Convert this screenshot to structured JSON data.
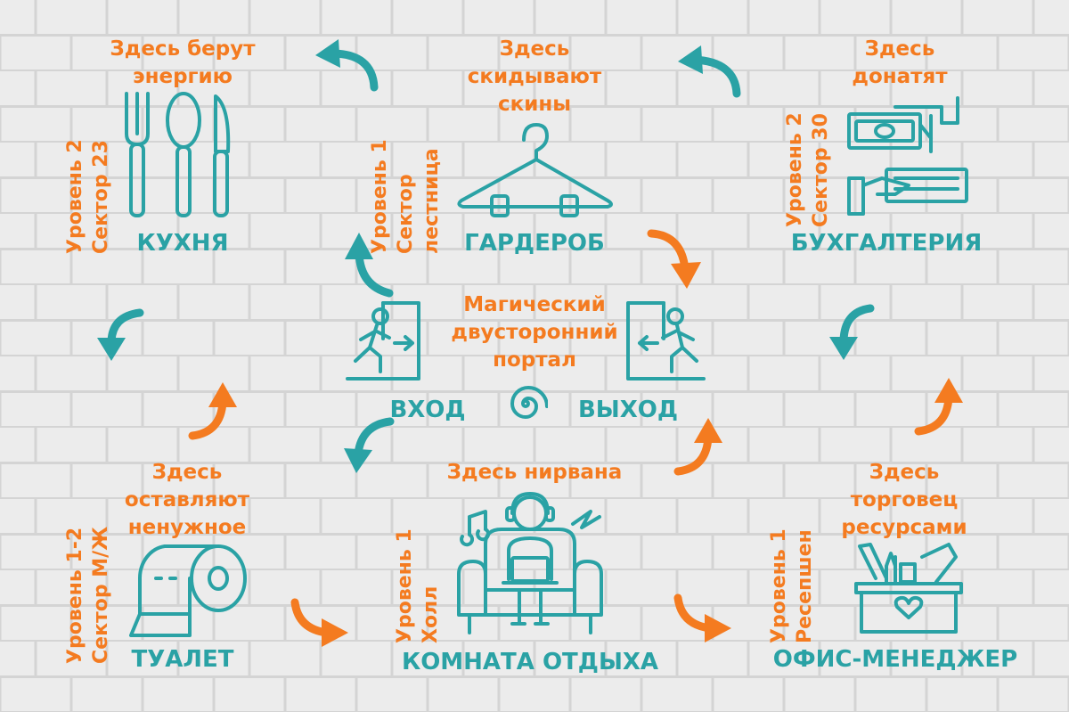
{
  "rooms": {
    "kitchen": {
      "note": [
        "Здесь берут",
        "энергию"
      ],
      "location": [
        "Уровень 2",
        "Сектор 23"
      ],
      "name": "КУХНЯ",
      "icon": "cutlery-icon"
    },
    "wardrobe": {
      "note": [
        "Здесь",
        "скидывают",
        "скины"
      ],
      "location": [
        "Уровень 1",
        "Сектор",
        "лестница"
      ],
      "name": "ГАРДЕРОБ",
      "icon": "hanger-icon"
    },
    "accounting": {
      "note": [
        "Здесь",
        "донатят"
      ],
      "location": [
        "Уровень 2",
        "Сектор 30"
      ],
      "name": "БУХГАЛТЕРИЯ",
      "icon": "money-hands-icon"
    },
    "toilet": {
      "note": [
        "Здесь",
        "оставляют",
        "ненужное"
      ],
      "location": [
        "Уровень 1-2",
        "Сектор М/Ж"
      ],
      "name": "ТУАЛЕТ",
      "icon": "toilet-paper-icon"
    },
    "lounge": {
      "note": [
        "Здесь нирвана"
      ],
      "location": [
        "Уровень 1",
        "Холл"
      ],
      "name": "КОМНАТА ОТДЫХА",
      "icon": "armchair-person-icon"
    },
    "office": {
      "note": [
        "Здесь",
        "торговец",
        "ресурсами"
      ],
      "location": [
        "Уровень 1",
        "Ресепшен"
      ],
      "name": "ОФИС-МЕНЕДЖЕР",
      "icon": "stationery-box-icon"
    }
  },
  "portal": {
    "title": [
      "Магический",
      "двусторонний",
      "портал"
    ],
    "entrance": "ВХОД",
    "exit": "ВЫХОД",
    "entrance_icon": "enter-door-icon",
    "exit_icon": "exit-door-icon",
    "center_icon": "spiral-icon"
  },
  "colors": {
    "orange": "#f47b20",
    "teal": "#2aa2a5",
    "background": "#e9e9e9"
  }
}
